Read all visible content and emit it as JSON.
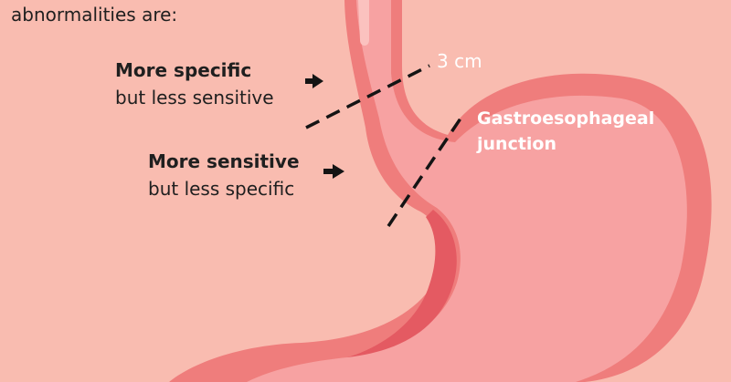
{
  "header": {
    "text": "abnormalities are:"
  },
  "labels": {
    "specific_title": "More specific",
    "specific_sub": "but less sensitive",
    "sensitive_title": "More sensitive",
    "sensitive_sub": "but less specific",
    "distance": "3 cm",
    "junction_line1": "Gastroesophageal",
    "junction_line2": "junction"
  },
  "colors": {
    "background": "#f9bcb0",
    "stomach_outer": "#ef7d7c",
    "stomach_inner": "#f7a2a2",
    "stomach_shadow": "#e45a62",
    "text": "#1f1f1f",
    "label_light": "#ffffff"
  },
  "icons": [
    "right-arrow-icon",
    "right-arrow-icon"
  ]
}
